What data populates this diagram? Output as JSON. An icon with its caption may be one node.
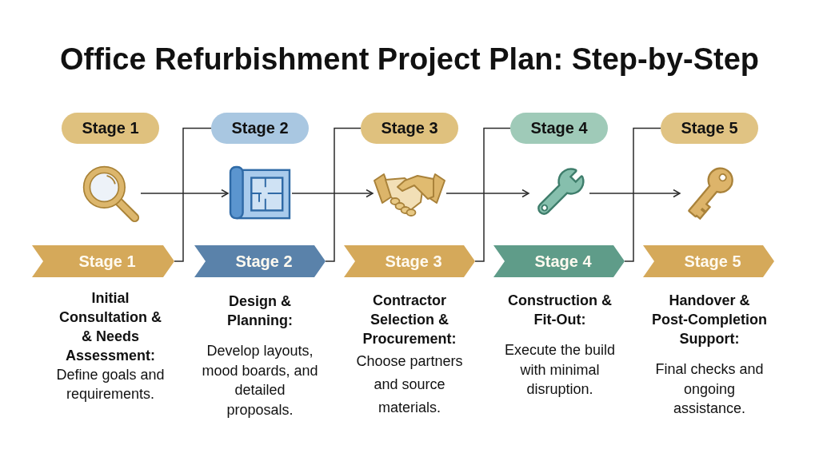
{
  "diagram": {
    "title": "Office Refurbishment Project Plan: Step-by-Step",
    "nodes": [
      {
        "text": [
          "Stage 1"
        ]
      },
      {
        "text": [
          "Stage 2"
        ]
      },
      {
        "text": [
          "Stage 3"
        ]
      },
      {
        "text": [
          "Stage 4"
        ]
      },
      {
        "text": [
          "Stage 5"
        ]
      },
      {
        "text": [],
        "shape": "picture"
      },
      {
        "text": [],
        "shape": "picture"
      },
      {
        "text": [],
        "shape": "picture"
      },
      {
        "text": [],
        "shape": "picture"
      },
      {
        "text": [],
        "shape": "picture"
      },
      {
        "text": [
          "Stage 1"
        ],
        "beside": [
          "Initial Consultation & & Needs Assessment:",
          "Define goals and requirements."
        ]
      },
      {
        "text": [
          "Stage 2"
        ],
        "beside": [
          "Design & Planning:",
          "Develop layouts, mood boards, and detailed proposals."
        ]
      },
      {
        "text": [
          "Stage 3"
        ],
        "beside": [
          "Contractor Selection & Procurement:",
          "Choose partners and source materials."
        ]
      },
      {
        "text": [
          "Stage 4"
        ],
        "beside": [
          "Construction & Fit-Out:",
          "Execute the build with minimal disruption."
        ]
      },
      {
        "text": [
          "Stage 5"
        ],
        "beside": [
          "Handover & Post-Completion Support:",
          "Final checks and ongoing assistance."
        ]
      }
    ],
    "edges": [
      {
        "from": 10,
        "to": 1,
        "arrow": "none"
      },
      {
        "from": 11,
        "to": 2,
        "arrow": "none"
      },
      {
        "from": 12,
        "to": 3,
        "arrow": "none"
      },
      {
        "from": 13,
        "to": 4,
        "arrow": "none"
      },
      {
        "from": 5,
        "to": 6,
        "arrow": "to"
      },
      {
        "from": 6,
        "to": 7,
        "arrow": "to"
      },
      {
        "from": 7,
        "to": 8,
        "arrow": "to"
      },
      {
        "from": 8,
        "to": 9,
        "arrow": "to"
      }
    ]
  }
}
